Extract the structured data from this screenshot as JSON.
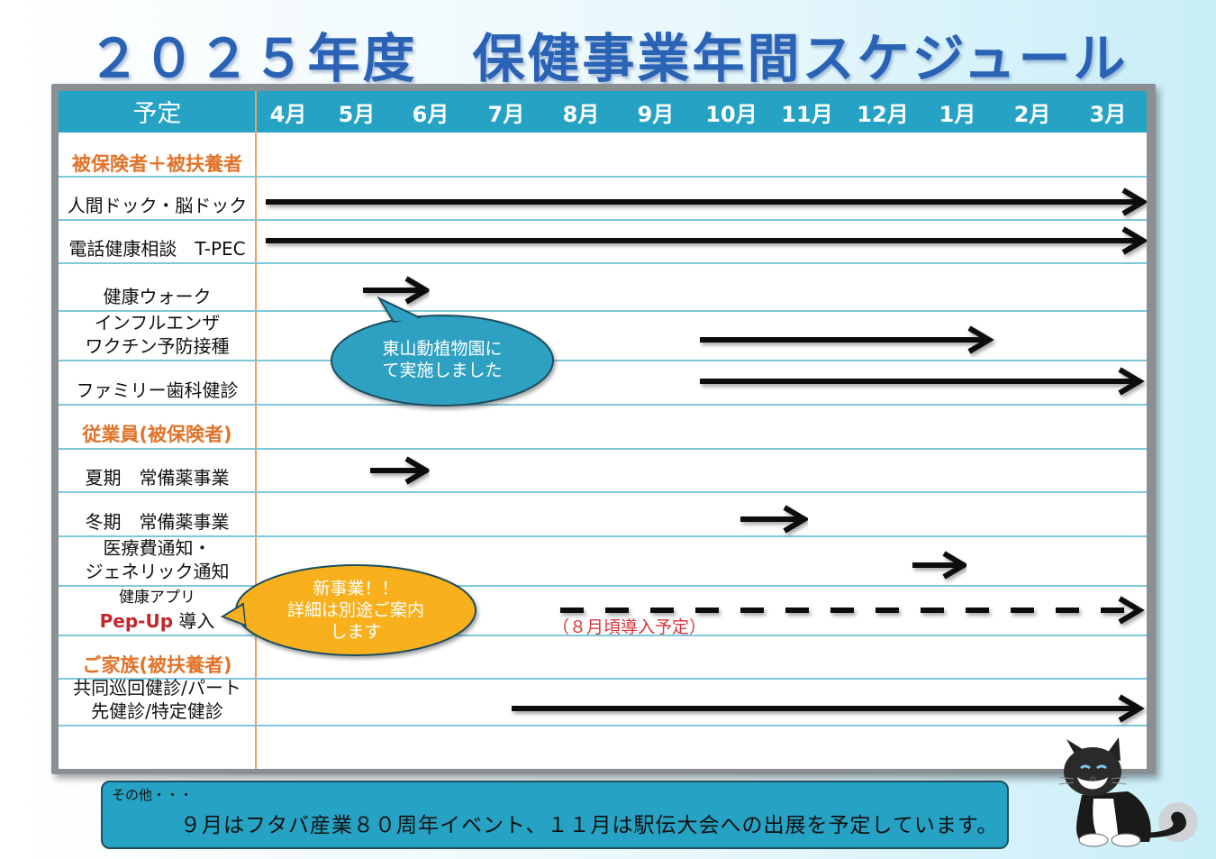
{
  "title": "２０２５年度　保健事業年間スケジュール",
  "header": {
    "label_column": "予定",
    "months": [
      "4月",
      "5月",
      "6月",
      "7月",
      "8月",
      "9月",
      "10月",
      "11月",
      "12月",
      "1月",
      "2月",
      "3月"
    ]
  },
  "rows": [
    {
      "id": "insured-dependents",
      "kind": "category",
      "lines": [
        "被保険者＋被扶養者"
      ]
    },
    {
      "id": "dock",
      "kind": "item",
      "lines": [
        "人間ドック・脳ドック"
      ]
    },
    {
      "id": "tpec",
      "kind": "item",
      "lines": [
        "電話健康相談　T-PEC"
      ]
    },
    {
      "id": "walk",
      "kind": "item",
      "lines": [
        "健康ウォーク"
      ]
    },
    {
      "id": "flu",
      "kind": "item",
      "lines": [
        "インフルエンザ",
        "ワクチン予防接種"
      ]
    },
    {
      "id": "dental",
      "kind": "item",
      "lines": [
        "ファミリー歯科健診"
      ]
    },
    {
      "id": "employees",
      "kind": "category",
      "lines": [
        "従業員(被保険者)"
      ]
    },
    {
      "id": "summer-med",
      "kind": "item",
      "lines": [
        "夏期　常備薬事業"
      ]
    },
    {
      "id": "winter-med",
      "kind": "item",
      "lines": [
        "冬期　常備薬事業"
      ]
    },
    {
      "id": "notice",
      "kind": "item",
      "lines": [
        "医療費通知・",
        "ジェネリック通知"
      ]
    },
    {
      "id": "app",
      "kind": "item",
      "lines": [
        "健康アプリ"
      ],
      "app_name": "Pep-Up",
      "app_suffix": " 導入"
    },
    {
      "id": "family",
      "kind": "category",
      "lines": [
        "ご家族(被扶養者)"
      ]
    },
    {
      "id": "checkup",
      "kind": "item",
      "lines": [
        "共同巡回健診/パート",
        "先健診/特定健診"
      ]
    }
  ],
  "schedule": [
    {
      "row": "dock",
      "start_month": "4月",
      "end_month": "3月",
      "style": "solid"
    },
    {
      "row": "tpec",
      "start_month": "4月",
      "end_month": "3月",
      "style": "solid"
    },
    {
      "row": "walk",
      "start_month": "5月",
      "end_month": "6月",
      "style": "solid"
    },
    {
      "row": "flu",
      "start_month": "10月",
      "end_month": "1月",
      "style": "solid"
    },
    {
      "row": "dental",
      "start_month": "10月",
      "end_month": "3月",
      "style": "solid"
    },
    {
      "row": "summer-med",
      "start_month": "5月",
      "end_month": "6月",
      "style": "solid"
    },
    {
      "row": "winter-med",
      "start_month": "10月",
      "end_month": "11月",
      "style": "solid"
    },
    {
      "row": "notice",
      "start_month": "1月",
      "end_month": "1月",
      "style": "solid"
    },
    {
      "row": "app",
      "start_month": "8月",
      "end_month": "3月",
      "style": "dashed"
    },
    {
      "row": "checkup",
      "start_month": "7月",
      "end_month": "3月",
      "style": "solid"
    }
  ],
  "annotations": {
    "app_note": "（８月頃導入予定）",
    "walk_callout": [
      "東山動植物園に",
      "て実施しました"
    ],
    "new_callout": [
      "新事業！！",
      "詳細は別途ご案内",
      "します"
    ]
  },
  "footer": {
    "heading": "その他・・・",
    "text": "９月はフタバ産業８０周年イベント、１１月は駅伝大会への出展を予定しています。"
  },
  "colors": {
    "title": "#2a62b5",
    "header": "#25a2c4",
    "category_text": "#e27329",
    "app_name": "#c1272d",
    "row_lines": "#7fc8db",
    "callout_blue": "#2fa1c2",
    "callout_orange": "#f8b01b"
  }
}
